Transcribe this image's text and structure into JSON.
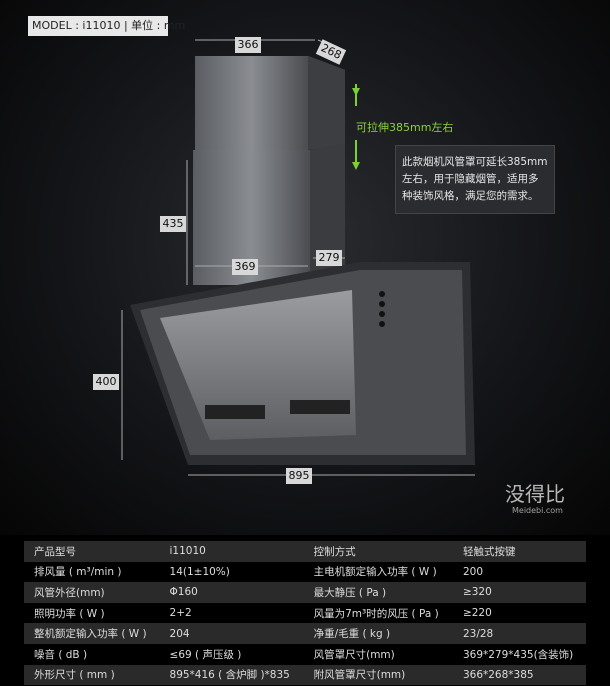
{
  "header": {
    "model_label": "MODEL : i11010 | 单位 : mm"
  },
  "dimensions": {
    "top_width": "366",
    "top_depth": "268",
    "lower_height": "435",
    "lower_width": "369",
    "lower_depth": "279",
    "body_height": "400",
    "body_width": "895"
  },
  "extension": {
    "label": "可拉伸385mm左右",
    "note": "此款烟机风管罩可延长385mm左右，用于隐藏烟管，适用多种装饰风格，满足您的需求。"
  },
  "specs": [
    [
      "产品型号",
      "i11010",
      "控制方式",
      "轻触式按键"
    ],
    [
      "排风量 ( m³/min )",
      "14(1±10%)",
      "主电机额定输入功率 ( W )",
      "200"
    ],
    [
      "风管外径(mm)",
      "Φ160",
      "最大静压 ( Pa )",
      "≥320"
    ],
    [
      "照明功率 ( W )",
      "2+2",
      "风量为7m³时的风压 ( Pa )",
      "≥220"
    ],
    [
      "整机额定输入功率 ( W )",
      "204",
      "净重/毛重 ( kg )",
      "23/28"
    ],
    [
      "噪音 ( dB )",
      "≤69 ( 声压级 )",
      "风管罩尺寸(mm)",
      "369*279*435(含装饰)"
    ],
    [
      "外形尺寸 ( mm )",
      "895*416 ( 含炉脚 )*835",
      "附风管罩尺寸(mm)",
      "366*268*385"
    ]
  ],
  "watermark": {
    "cn": "没得比",
    "en": "Meidebi.com"
  }
}
